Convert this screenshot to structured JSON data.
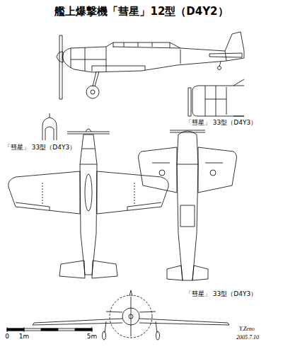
{
  "diagram": {
    "title": "艦上爆撃機「彗星」12型（D4Y2）",
    "labels": [
      "「彗星」 33型（D4Y3）",
      "「彗星」 33型（D4Y3）",
      "「彗星」 33型（D4Y3）",
      "0",
      "1m",
      "5m",
      "Y.Zeno",
      "2005.7.10"
    ]
  }
}
